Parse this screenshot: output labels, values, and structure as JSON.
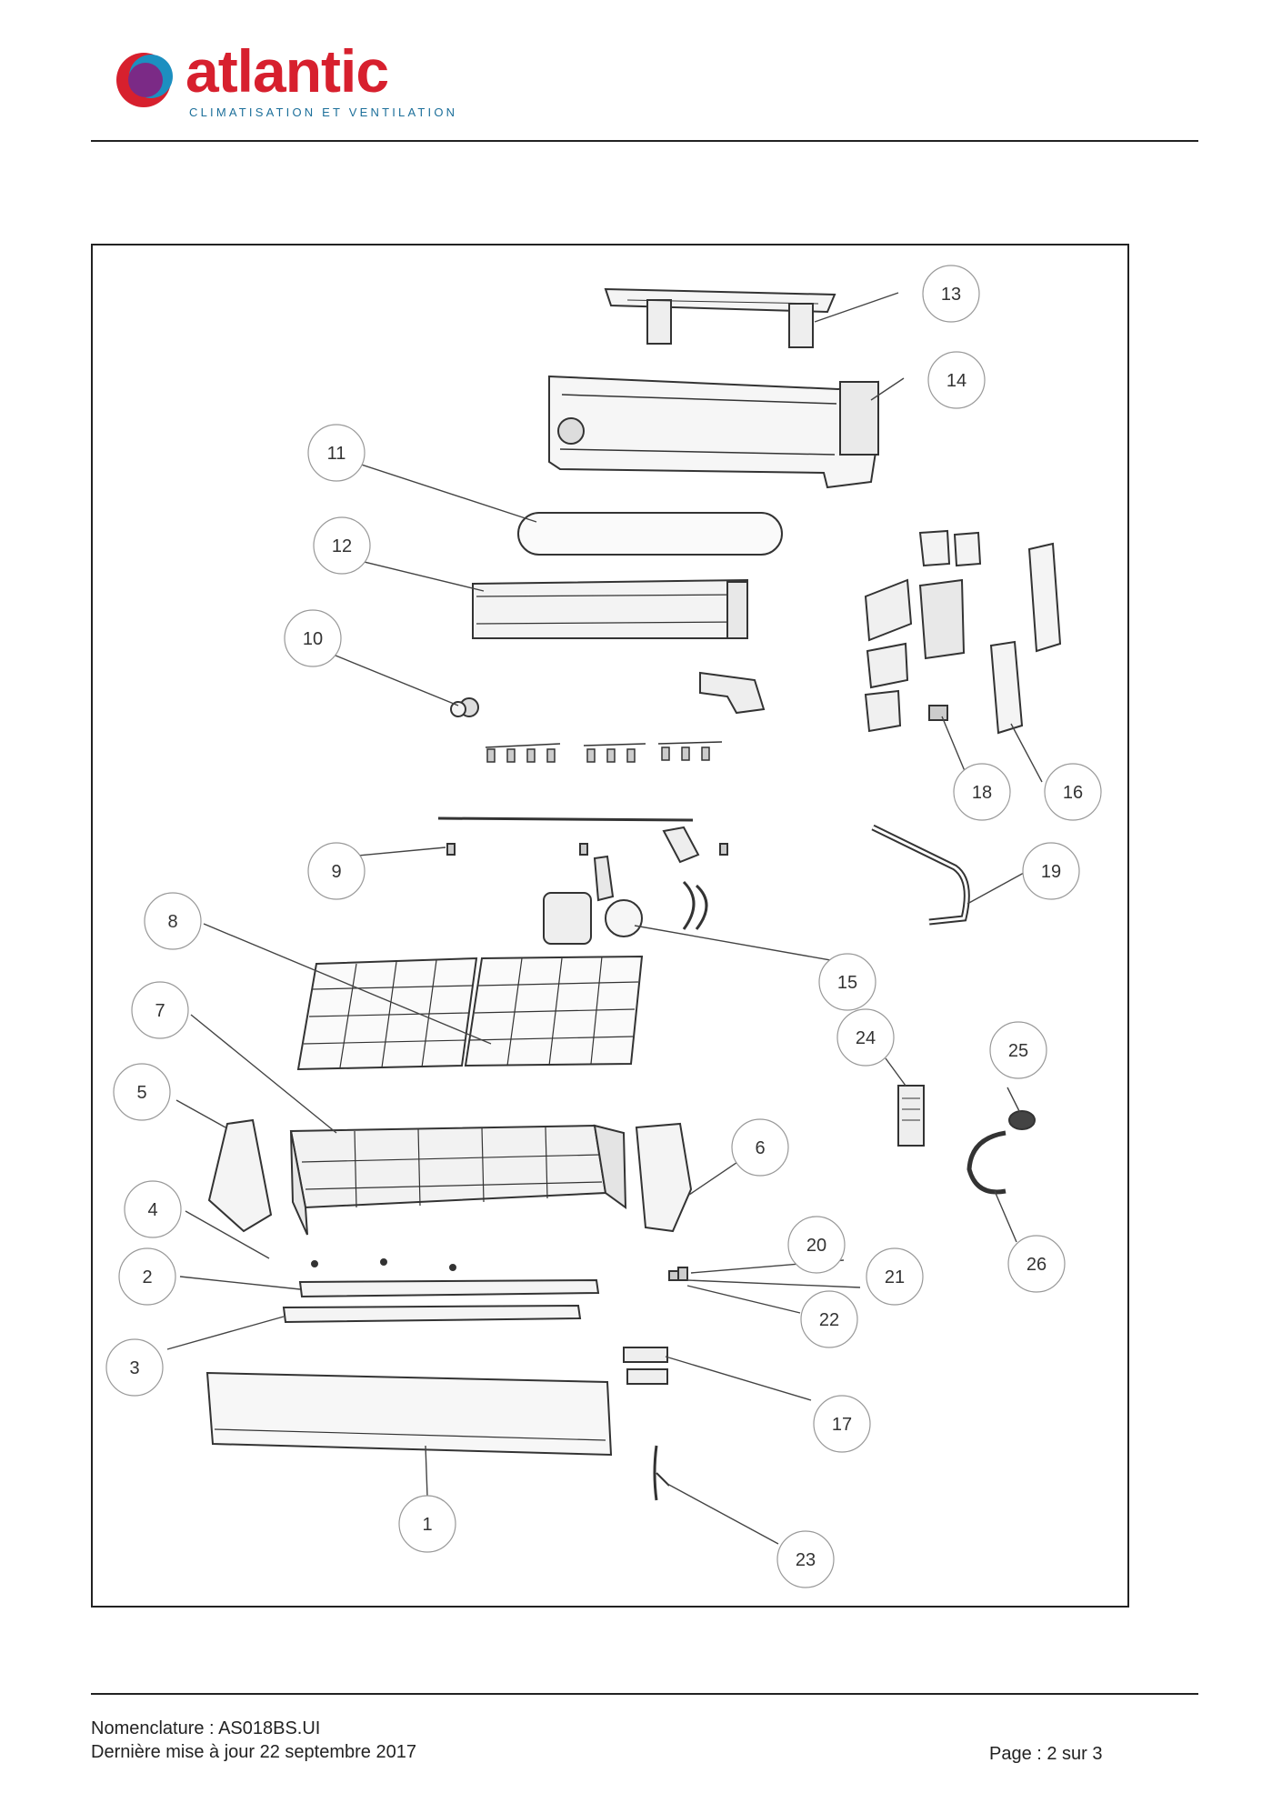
{
  "header": {
    "brand": "atlantic",
    "tagline": "CLIMATISATION ET VENTILATION"
  },
  "diagram": {
    "callouts": [
      {
        "label": "13"
      },
      {
        "label": "14"
      },
      {
        "label": "11"
      },
      {
        "label": "12"
      },
      {
        "label": "10"
      },
      {
        "label": "18"
      },
      {
        "label": "16"
      },
      {
        "label": "9"
      },
      {
        "label": "19"
      },
      {
        "label": "8"
      },
      {
        "label": "15"
      },
      {
        "label": "7"
      },
      {
        "label": "24"
      },
      {
        "label": "25"
      },
      {
        "label": "5"
      },
      {
        "label": "6"
      },
      {
        "label": "4"
      },
      {
        "label": "20"
      },
      {
        "label": "26"
      },
      {
        "label": "2"
      },
      {
        "label": "21"
      },
      {
        "label": "22"
      },
      {
        "label": "3"
      },
      {
        "label": "17"
      },
      {
        "label": "1"
      },
      {
        "label": "23"
      }
    ]
  },
  "footer": {
    "nomenclature": "Nomenclature : AS018BS.UI",
    "updated": "Dernière mise à jour 22 septembre 2017",
    "page": "Page : 2 sur 3"
  },
  "colors": {
    "brand_red": "#d7202e",
    "brand_blue": "#1c6f9a",
    "brand_purple": "#7b2a86"
  }
}
